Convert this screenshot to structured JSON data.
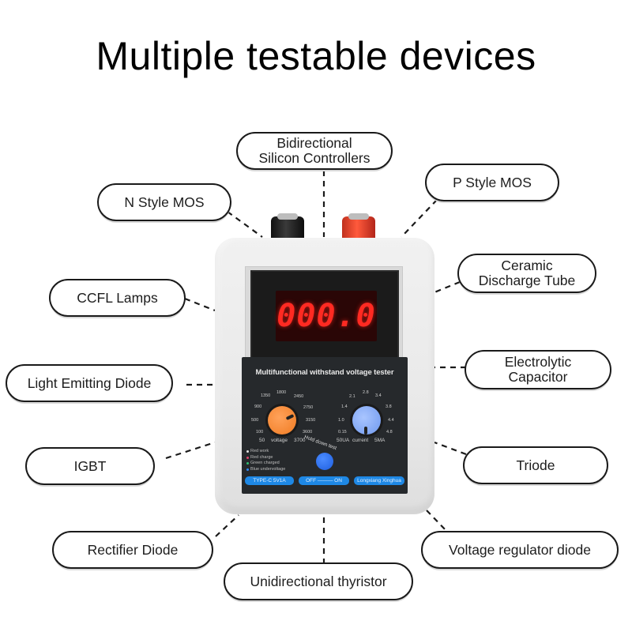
{
  "title": "Multiple testable devices",
  "labels": {
    "bidirectional_scr": [
      "Bidirectional",
      "Silicon Controllers"
    ],
    "n_mos": [
      "N Style MOS"
    ],
    "p_mos": [
      "P Style MOS"
    ],
    "ccfl": [
      "CCFL Lamps"
    ],
    "ceramic_tube": [
      "Ceramic",
      "Discharge Tube"
    ],
    "led": [
      "Light Emitting Diode"
    ],
    "electrolytic_cap": [
      "Electrolytic",
      "Capacitor"
    ],
    "igbt": [
      "IGBT"
    ],
    "triode": [
      "Triode"
    ],
    "rectifier_diode": [
      "Rectifier Diode"
    ],
    "voltage_regulator_diode": [
      "Voltage regulator diode"
    ],
    "unidirectional_thyristor": [
      "Unidirectional thyristor"
    ]
  },
  "device": {
    "display_value": "000.0",
    "panel_title": "Multifunctional withstand voltage tester",
    "voltage_dial": {
      "ticks": [
        "100",
        "500",
        "900",
        "1350",
        "1800",
        "2450",
        "2750",
        "3150",
        "3600"
      ],
      "min": "50",
      "caption": "voltage",
      "max": "3700"
    },
    "current_dial": {
      "ticks": [
        "0.15",
        "1.0",
        "1.4",
        "2.1",
        "2.8",
        "3.4",
        "3.8",
        "4.4",
        "4.8"
      ],
      "min": "50UA",
      "caption": "current",
      "max": "5MA"
    },
    "legend": [
      {
        "label": "Red work",
        "color": "#e0e0e0"
      },
      {
        "label": "Red charge",
        "color": "#e0406a"
      },
      {
        "label": "Green charged",
        "color": "#2fbf71"
      },
      {
        "label": "Blue undervoltage",
        "color": "#2e8bff"
      }
    ],
    "test_button_label": "Hold down test",
    "tags": {
      "power": "TYPE-C   5V1A",
      "switch": "OFF ——— ON",
      "brand": "Longxiang Xinghua"
    },
    "colors": {
      "voltage_knob": "#f07b22",
      "current_knob": "#6e98ee",
      "display_digits": "#ff2a22",
      "tag_blue": "#1e88e5"
    }
  }
}
